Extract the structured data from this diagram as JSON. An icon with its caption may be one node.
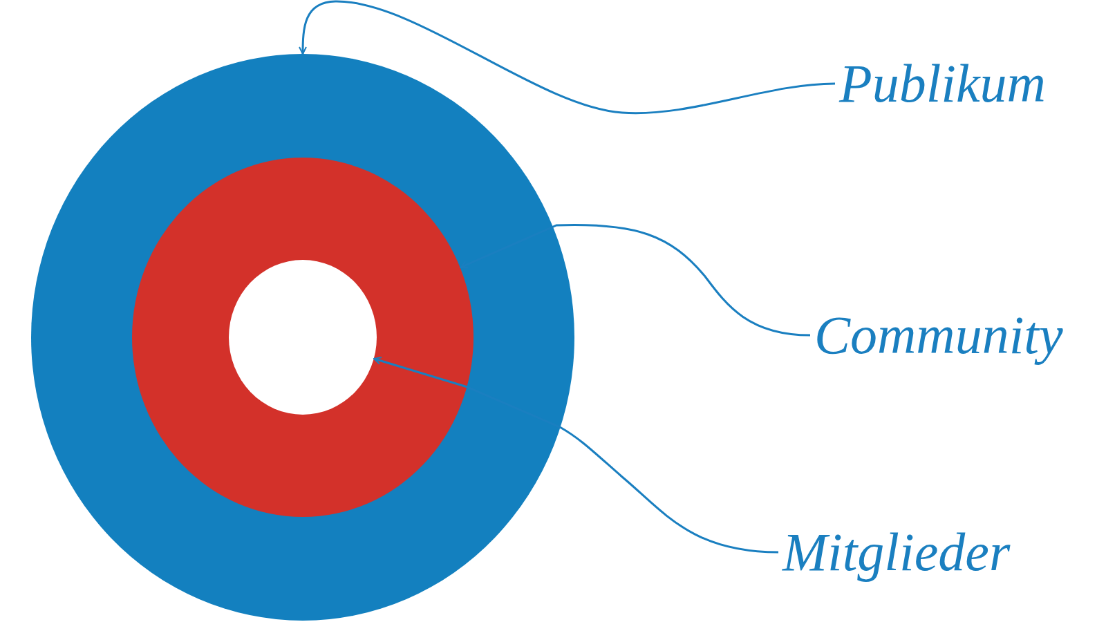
{
  "diagram": {
    "nodes": [
      {
        "text": [],
        "shape": "circle"
      },
      {
        "text": [],
        "shape": "circle",
        "in": 0
      },
      {
        "text": [],
        "shape": "circle",
        "in": 1
      },
      {
        "text": [
          "Publikum"
        ]
      },
      {
        "text": [
          "Community"
        ]
      },
      {
        "text": [
          "Mitglieder"
        ]
      }
    ],
    "edges": [
      {
        "from": 3,
        "to": 0,
        "arrow": "to"
      },
      {
        "from": 4,
        "to": 1,
        "arrow": "to"
      },
      {
        "from": 5,
        "to": 2,
        "arrow": "to"
      }
    ]
  }
}
